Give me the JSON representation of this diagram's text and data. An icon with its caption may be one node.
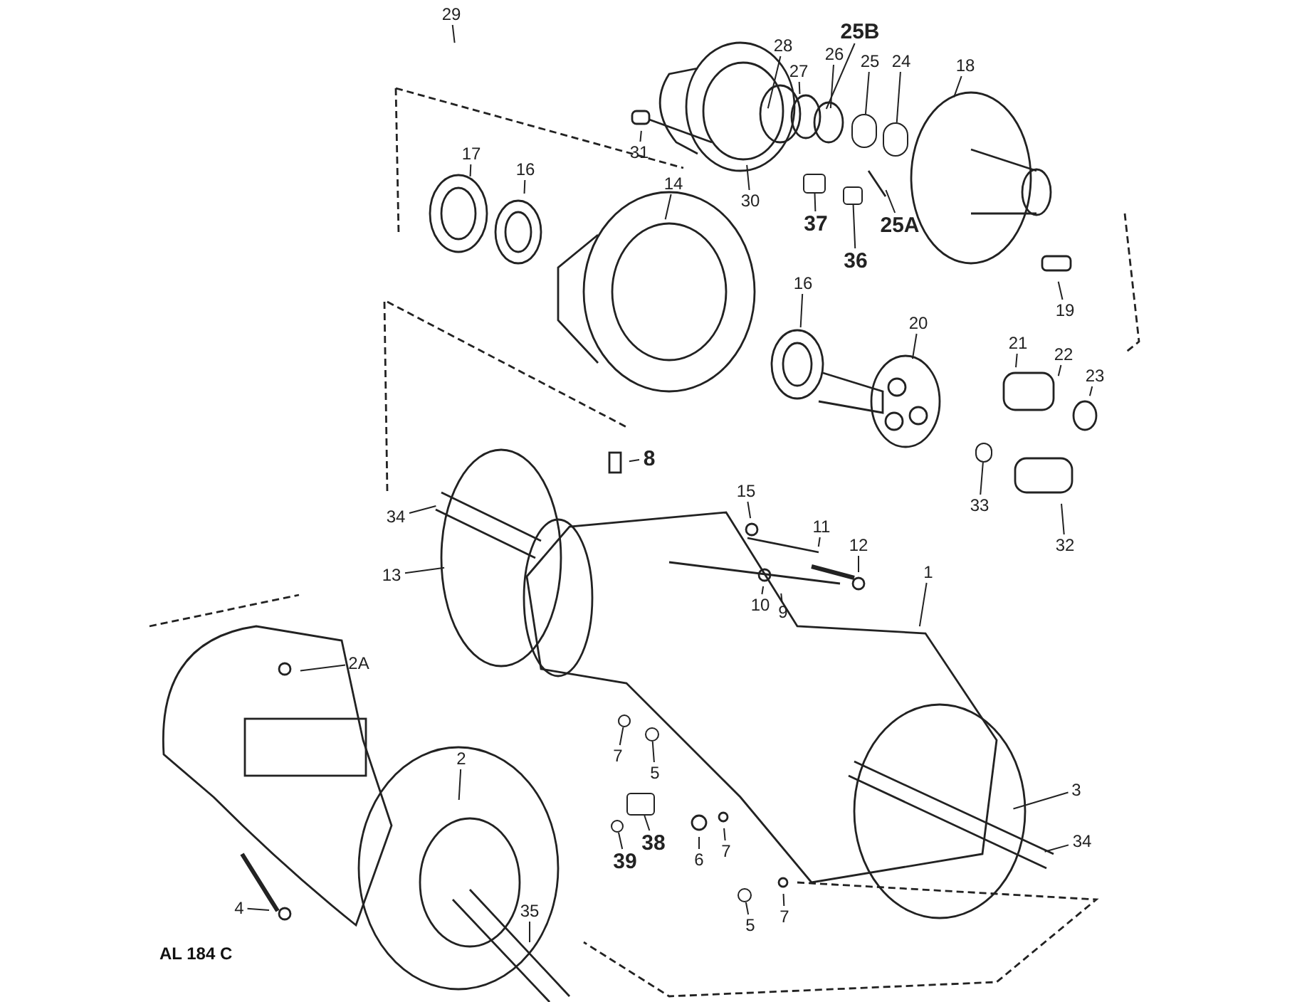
{
  "diagram": {
    "nodes": [
      {
        "text": [
          "29"
        ]
      },
      {
        "text": [
          "28"
        ]
      },
      {
        "text": [
          "25B"
        ]
      },
      {
        "text": [
          "27"
        ]
      },
      {
        "text": [
          "26"
        ]
      },
      {
        "text": [
          "25"
        ]
      },
      {
        "text": [
          "24"
        ]
      },
      {
        "text": [
          "18"
        ]
      },
      {
        "text": [
          "31"
        ]
      },
      {
        "text": [
          "30"
        ]
      },
      {
        "text": [
          "37"
        ]
      },
      {
        "text": [
          "36"
        ]
      },
      {
        "text": [
          "25A"
        ]
      },
      {
        "text": [
          "17"
        ]
      },
      {
        "text": [
          "16"
        ]
      },
      {
        "text": [
          "14"
        ]
      },
      {
        "text": [
          "19"
        ]
      },
      {
        "text": [
          "16"
        ]
      },
      {
        "text": [
          "20"
        ]
      },
      {
        "text": [
          "21"
        ]
      },
      {
        "text": [
          "22"
        ]
      },
      {
        "text": [
          "23"
        ]
      },
      {
        "text": [
          "8"
        ]
      },
      {
        "text": [
          "34"
        ]
      },
      {
        "text": [
          "15"
        ]
      },
      {
        "text": [
          "11"
        ]
      },
      {
        "text": [
          "12"
        ]
      },
      {
        "text": [
          "13"
        ]
      },
      {
        "text": [
          "10"
        ]
      },
      {
        "text": [
          "9"
        ]
      },
      {
        "text": [
          "33"
        ]
      },
      {
        "text": [
          "32"
        ]
      },
      {
        "text": [
          "1"
        ]
      },
      {
        "text": [
          "2A"
        ]
      },
      {
        "text": [
          "2"
        ]
      },
      {
        "text": [
          "7"
        ]
      },
      {
        "text": [
          "5"
        ]
      },
      {
        "text": [
          "3"
        ]
      },
      {
        "text": [
          "34"
        ]
      },
      {
        "text": [
          "39"
        ]
      },
      {
        "text": [
          "38"
        ]
      },
      {
        "text": [
          "6"
        ]
      },
      {
        "text": [
          "7"
        ]
      },
      {
        "text": [
          "4"
        ]
      },
      {
        "text": [
          "5"
        ]
      },
      {
        "text": [
          "7"
        ]
      },
      {
        "text": [
          "35"
        ]
      },
      {
        "text": [],
        "shape": "circle"
      },
      {
        "text": [],
        "shape": "circle"
      },
      {
        "text": [],
        "shape": "box"
      },
      {
        "text": [],
        "shape": "box"
      },
      {
        "text": [],
        "shape": "circle"
      },
      {
        "text": [],
        "shape": "circle"
      },
      {
        "text": [],
        "shape": "circle"
      },
      {
        "text": [],
        "shape": "circle"
      },
      {
        "text": [],
        "shape": "box"
      },
      {
        "text": [],
        "shape": "circle"
      }
    ],
    "edges": [
      {
        "from": 0,
        "to": null,
        "arrow": "none"
      },
      {
        "from": 1,
        "to": null,
        "arrow": "none"
      },
      {
        "from": 2,
        "to": null,
        "arrow": "none"
      },
      {
        "from": 3,
        "to": null,
        "arrow": "none"
      },
      {
        "from": 4,
        "to": null,
        "arrow": "none"
      },
      {
        "from": 5,
        "to": 47,
        "arrow": "none"
      },
      {
        "from": 6,
        "to": 48,
        "arrow": "none"
      },
      {
        "from": 7,
        "to": null,
        "arrow": "none"
      },
      {
        "from": 8,
        "to": null,
        "arrow": "none"
      },
      {
        "from": 9,
        "to": null,
        "arrow": "none"
      },
      {
        "from": 10,
        "to": 49,
        "arrow": "none"
      },
      {
        "from": 11,
        "to": 50,
        "arrow": "none"
      },
      {
        "from": 12,
        "to": null,
        "arrow": "none"
      },
      {
        "from": 13,
        "to": null,
        "arrow": "none"
      },
      {
        "from": 14,
        "to": null,
        "arrow": "none"
      },
      {
        "from": 15,
        "to": null,
        "arrow": "none"
      },
      {
        "from": 16,
        "to": null,
        "arrow": "none"
      },
      {
        "from": 17,
        "to": null,
        "arrow": "none"
      },
      {
        "from": 18,
        "to": null,
        "arrow": "none"
      },
      {
        "from": 19,
        "to": null,
        "arrow": "none"
      },
      {
        "from": 20,
        "to": null,
        "arrow": "none"
      },
      {
        "from": 21,
        "to": null,
        "arrow": "none"
      },
      {
        "from": 22,
        "to": null,
        "arrow": "none"
      },
      {
        "from": 23,
        "to": null,
        "arrow": "none"
      },
      {
        "from": 24,
        "to": null,
        "arrow": "none"
      },
      {
        "from": 25,
        "to": null,
        "arrow": "none"
      },
      {
        "from": 26,
        "to": null,
        "arrow": "none"
      },
      {
        "from": 27,
        "to": null,
        "arrow": "none"
      },
      {
        "from": 28,
        "to": null,
        "arrow": "none"
      },
      {
        "from": 29,
        "to": null,
        "arrow": "none"
      },
      {
        "from": 30,
        "to": 51,
        "arrow": "none"
      },
      {
        "from": 31,
        "to": null,
        "arrow": "none"
      },
      {
        "from": 32,
        "to": null,
        "arrow": "none"
      },
      {
        "from": 33,
        "to": null,
        "arrow": "none"
      },
      {
        "from": 34,
        "to": null,
        "arrow": "none"
      },
      {
        "from": 35,
        "to": 52,
        "arrow": "none"
      },
      {
        "from": 36,
        "to": 53,
        "arrow": "none"
      },
      {
        "from": 37,
        "to": null,
        "arrow": "none"
      },
      {
        "from": 38,
        "to": null,
        "arrow": "none"
      },
      {
        "from": 39,
        "to": 54,
        "arrow": "none"
      },
      {
        "from": 40,
        "to": 55,
        "arrow": "none"
      },
      {
        "from": 41,
        "to": null,
        "arrow": "none"
      },
      {
        "from": 42,
        "to": null,
        "arrow": "none"
      },
      {
        "from": 43,
        "to": null,
        "arrow": "none"
      },
      {
        "from": 44,
        "to": 56,
        "arrow": "none"
      },
      {
        "from": 45,
        "to": null,
        "arrow": "none"
      },
      {
        "from": 46,
        "to": null,
        "arrow": "none"
      }
    ],
    "labels": [
      "AL 184 C"
    ]
  }
}
